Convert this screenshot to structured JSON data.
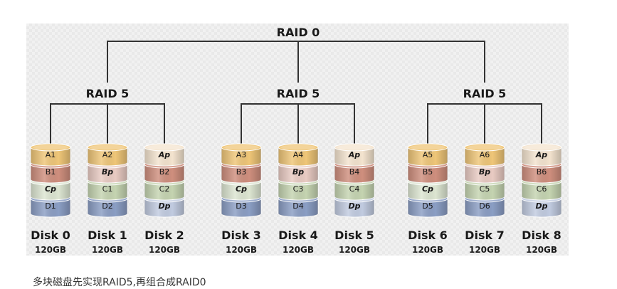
{
  "diagram": {
    "top_label": "RAID 0",
    "groups": [
      {
        "label": "RAID 5",
        "disks": [
          {
            "name": "Disk 0",
            "size": "120GB",
            "blocks": [
              "A1",
              "B1",
              "Cp",
              "D1"
            ]
          },
          {
            "name": "Disk 1",
            "size": "120GB",
            "blocks": [
              "A2",
              "Bp",
              "C1",
              "D2"
            ]
          },
          {
            "name": "Disk 2",
            "size": "120GB",
            "blocks": [
              "Ap",
              "B2",
              "C2",
              "Dp"
            ]
          }
        ]
      },
      {
        "label": "RAID 5",
        "disks": [
          {
            "name": "Disk 3",
            "size": "120GB",
            "blocks": [
              "A3",
              "B3",
              "Cp",
              "D3"
            ]
          },
          {
            "name": "Disk 4",
            "size": "120GB",
            "blocks": [
              "A4",
              "Bp",
              "C3",
              "D4"
            ]
          },
          {
            "name": "Disk 5",
            "size": "120GB",
            "blocks": [
              "Ap",
              "B4",
              "C4",
              "Dp"
            ]
          }
        ]
      },
      {
        "label": "RAID 5",
        "disks": [
          {
            "name": "Disk 6",
            "size": "120GB",
            "blocks": [
              "A5",
              "B5",
              "Cp",
              "D5"
            ]
          },
          {
            "name": "Disk 7",
            "size": "120GB",
            "blocks": [
              "A6",
              "Bp",
              "C5",
              "D6"
            ]
          },
          {
            "name": "Disk 8",
            "size": "120GB",
            "blocks": [
              "Ap",
              "B6",
              "C6",
              "Dp"
            ]
          }
        ]
      }
    ]
  },
  "colors": {
    "row_a": "#efc678",
    "row_b": "#cf8f7e",
    "row_c": "#c5d4b1",
    "row_d": "#8b9ec4",
    "parity_a": "#f4e4cf",
    "parity_b": "#e9cbc3",
    "parity_c": "#dde6d2",
    "parity_d": "#c1cbe0",
    "line": "#333333",
    "text": "#1a1a1a"
  },
  "caption": "多块磁盘先实现RAID5,再组合成RAID0"
}
